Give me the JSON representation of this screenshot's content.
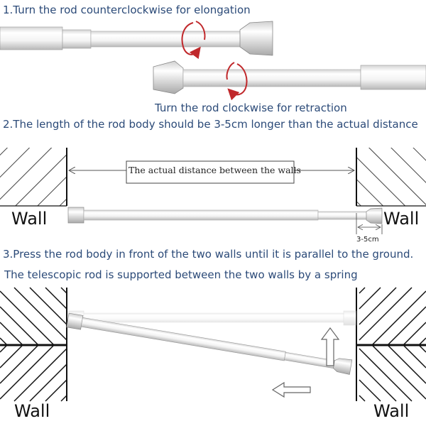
{
  "steps": {
    "step1": "1.Turn the rod counterclockwise for elongation",
    "step1_retract": "Turn the rod clockwise for retraction",
    "step2": "2.The length of the rod body should be 3-5cm longer than the actual distance",
    "step3": "3.Press the rod body in front of the two walls until it is parallel to the ground.",
    "step3_note": "The telescopic rod is supported between the two walls by a spring"
  },
  "labels": {
    "actual_distance": "The actual distance between the walls",
    "gap": "3-5cm",
    "wall": "Wall"
  },
  "colors": {
    "text_blue": "#2b4a78",
    "rotate_arrow": "#c0282b"
  }
}
